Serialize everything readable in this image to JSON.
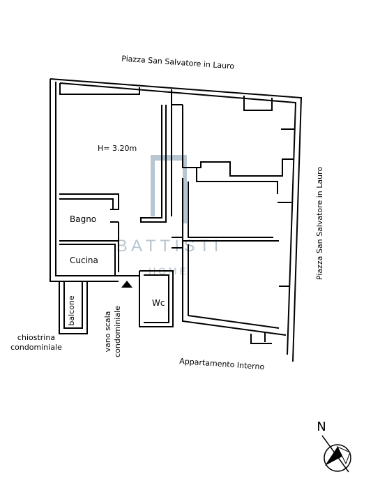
{
  "labels": {
    "street_top": "Piazza San Salvatore in Lauro",
    "street_right": "Piazza San Salvatore in Lauro",
    "height": "H= 3.20m",
    "bagno": "Bagno",
    "cucina": "Cucina",
    "wc": "Wc",
    "balcone": "balcone",
    "chiostrina_1": "chiostrina",
    "chiostrina_2": "condominiale",
    "vano_1": "vano scala",
    "vano_2": "condominiale",
    "appartamento": "Appartamento Interno"
  },
  "watermark": {
    "brand": "B A T T I S T I",
    "sub": "H O M E",
    "color": "#9fb3c2"
  },
  "compass": {
    "north": "N"
  }
}
